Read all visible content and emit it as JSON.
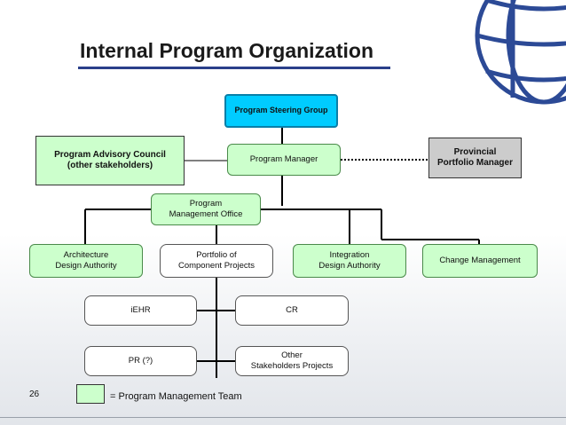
{
  "slide": {
    "title": "Internal Program Organization",
    "page_number": "26"
  },
  "nodes": {
    "steering": "Program Steering Group",
    "manager": "Program Manager",
    "advisory": "Program Advisory Council\n(other stakeholders)",
    "provincial": "Provincial\nPortfolio Manager",
    "pmo": "Program\nManagement Office",
    "architecture": "Architecture\nDesign Authority",
    "portfolio": "Portfolio of\nComponent Projects",
    "integration": "Integration\nDesign Authority",
    "change": "Change Management",
    "iehr": "iEHR",
    "cr": "CR",
    "pr": "PR (?)",
    "other": "Other\nStakeholders Projects"
  },
  "legend": {
    "text": "= Program Management  Team",
    "swatch_color": "#ccffcc"
  },
  "colors": {
    "title_bar": "#2a3f8a",
    "steering_fill": "#00ccff",
    "team_fill": "#ccffcc",
    "provincial_fill": "#cccccc"
  }
}
